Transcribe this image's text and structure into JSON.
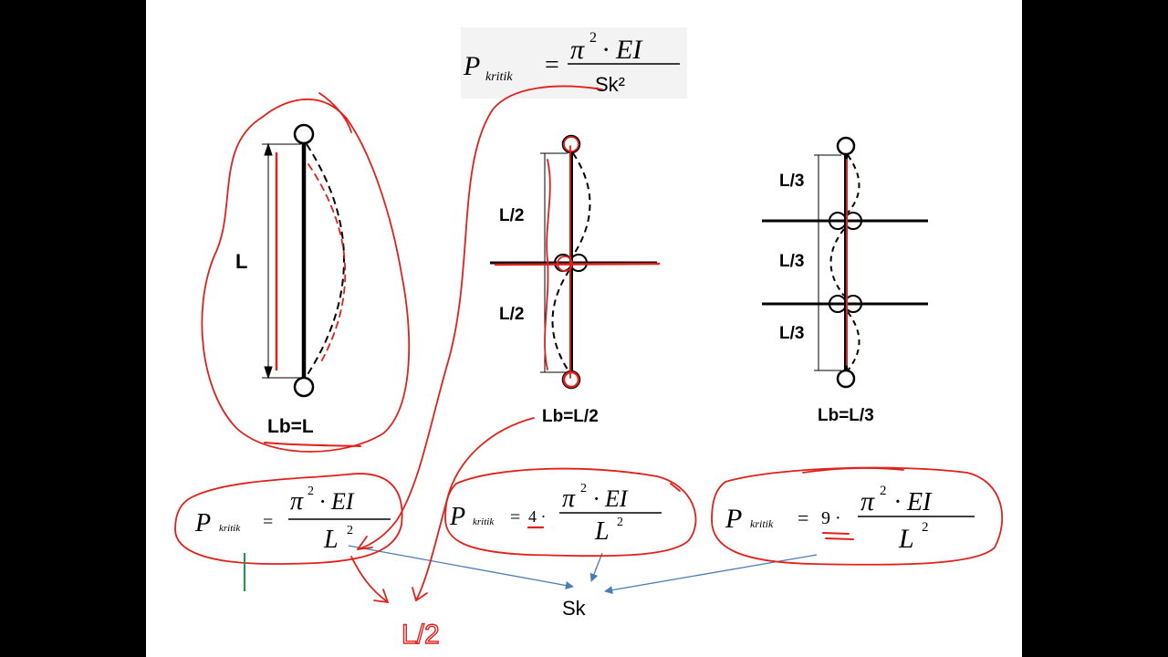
{
  "top_formula": {
    "lhs": "P",
    "lhs_sub": "kritik",
    "equals": "=",
    "numerator": "π",
    "numerator_sup": "2",
    "numerator_rest": "· EI",
    "denominator": "Sk²"
  },
  "column1": {
    "length_label": "L",
    "caption": "Lb=L"
  },
  "column2": {
    "seg_label": "L/2",
    "caption": "Lb=L/2"
  },
  "column3": {
    "seg_label": "L/3",
    "caption": "Lb=L/3"
  },
  "formula1": {
    "lhs": "P",
    "lhs_sub": "kritik",
    "equals": "=",
    "numerator": "π",
    "numerator_sup": "2",
    "numerator_rest": "· EI",
    "denominator": "L",
    "denominator_sup": "2"
  },
  "formula2": {
    "lhs": "P",
    "lhs_sub": "kritik",
    "equals": "=",
    "factor": "4 ·",
    "numerator": "π",
    "numerator_sup": "2",
    "numerator_rest": "· EI",
    "denominator": "L",
    "denominator_sup": "2"
  },
  "formula3": {
    "lhs": "P",
    "lhs_sub": "kritik",
    "equals": "=",
    "factor": "9 ·",
    "numerator": "π",
    "numerator_sup": "2",
    "numerator_rest": "· EI",
    "denominator": "L",
    "denominator_sup": "2"
  },
  "sk_label": "Sk",
  "handwritten_note": "L/2",
  "colors": {
    "ink": "#000000",
    "annotation_red": "#e0201a",
    "arrow_blue": "#4a7db5",
    "mark_green": "#1a9a4a"
  }
}
